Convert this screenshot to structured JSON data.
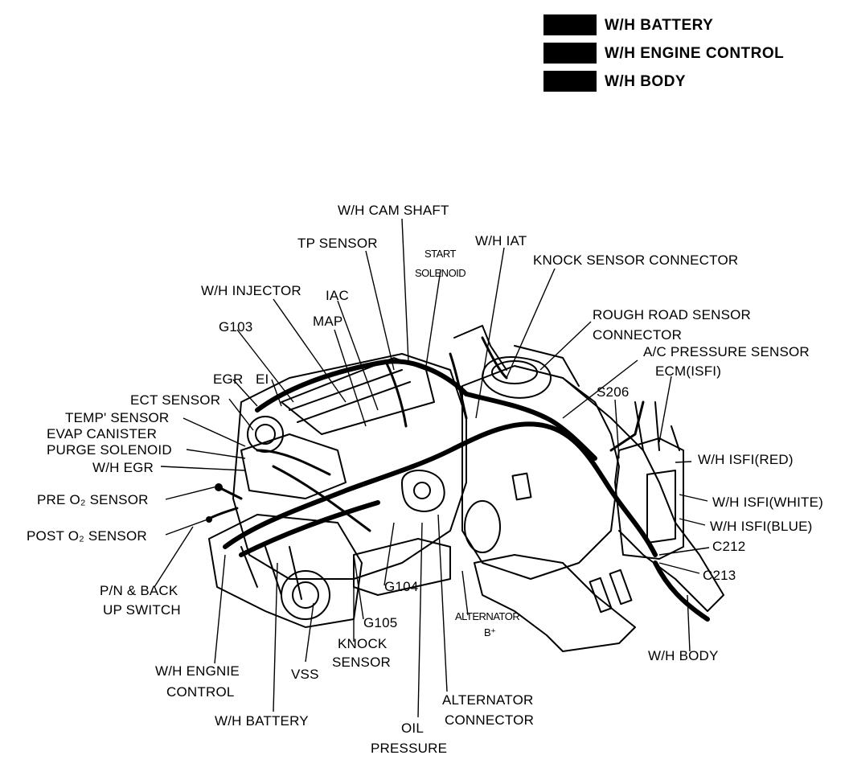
{
  "legend": [
    {
      "label": "W/H BATTERY",
      "color": "#000000"
    },
    {
      "label": "W/H ENGINE CONTROL",
      "color": "#000000"
    },
    {
      "label": "W/H BODY",
      "color": "#000000"
    }
  ],
  "labels": {
    "wh_cam_shaft": "W/H CAM SHAFT",
    "tp_sensor": "TP SENSOR",
    "start_solenoid_1": "START",
    "start_solenoid_2": "SOLENOID",
    "wh_iat": "W/H IAT",
    "knock_sensor_connector": "KNOCK SENSOR CONNECTOR",
    "wh_injector": "W/H INJECTOR",
    "iac": "IAC",
    "map": "MAP",
    "g103": "G103",
    "rough_road_1": "ROUGH ROAD SENSOR",
    "rough_road_2": "CONNECTOR",
    "ac_pressure": "A/C PRESSURE SENSOR",
    "ecm": "ECM(ISFI)",
    "s206": "S206",
    "egr": "EGR",
    "ei": "EI",
    "ect_sensor": "ECT SENSOR",
    "temp_sensor": "TEMP' SENSOR",
    "evap_canister": "EVAP CANISTER",
    "purge_solenoid": "PURGE SOLENOID",
    "wh_egr": "W/H EGR",
    "pre_o2": "PRE O₂ SENSOR",
    "post_o2": "POST O₂ SENSOR",
    "pn_backup_1": "P/N & BACK",
    "pn_backup_2": "UP SWITCH",
    "wh_isfi_red": "W/H ISFI(RED)",
    "wh_isfi_white": "W/H ISFI(WHITE)",
    "wh_isfi_blue": "W/H ISFI(BLUE)",
    "c212": "C212",
    "c213": "C213",
    "g104": "G104",
    "g105": "G105",
    "alternator_b_1": "ALTERNATOR",
    "alternator_b_2": "B⁺",
    "knock_sensor_1": "KNOCK",
    "knock_sensor_2": "SENSOR",
    "wh_body": "W/H BODY",
    "wh_engine_control_1": "W/H ENGNIE",
    "wh_engine_control_2": "CONTROL",
    "vss": "VSS",
    "alternator_connector_1": "ALTERNATOR",
    "alternator_connector_2": "CONNECTOR",
    "wh_battery": "W/H BATTERY",
    "oil_pressure_1": "OIL",
    "oil_pressure_2": "PRESSURE"
  }
}
